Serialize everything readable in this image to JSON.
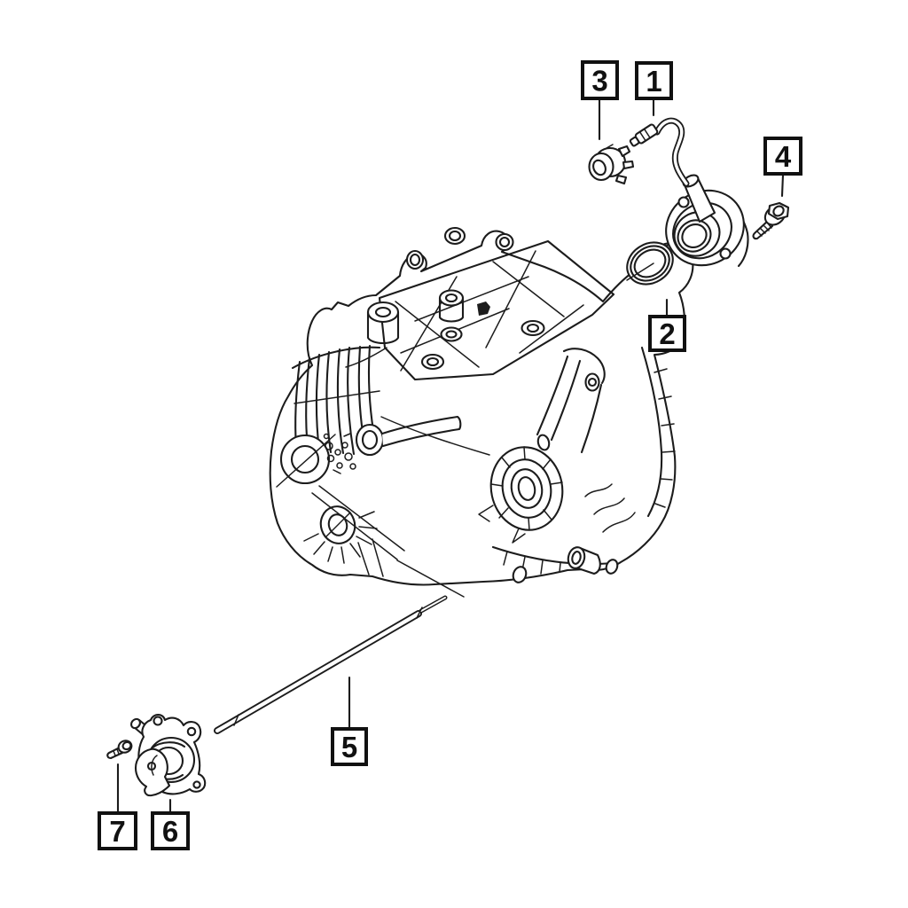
{
  "page": {
    "background_color": "#ffffff",
    "line_color": "#1c1c1c"
  },
  "callouts": [
    {
      "number": "1"
    },
    {
      "number": "2"
    },
    {
      "number": "3"
    },
    {
      "number": "4"
    },
    {
      "number": "5"
    },
    {
      "number": "6"
    },
    {
      "number": "7"
    }
  ]
}
